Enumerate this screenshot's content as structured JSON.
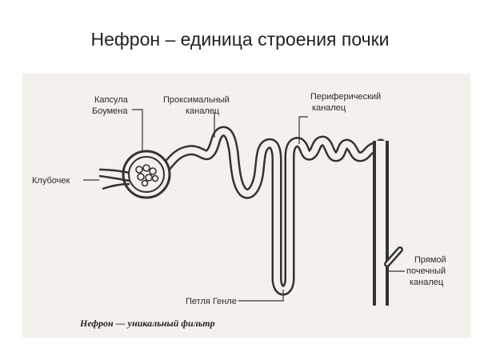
{
  "slide": {
    "title": "Нефрон – единица строения почки"
  },
  "diagram": {
    "labels": {
      "capsule_line1": "Капсула",
      "capsule_line2": "Боумена",
      "proximal_line1": "Проксимальный",
      "proximal_line2": "каналец",
      "peripheral_line1": "Периферический",
      "peripheral_line2": "каналец",
      "glomerulus": "Клубочек",
      "henle_loop": "Петля Генле",
      "collecting_line1": "Прямой",
      "collecting_line2": "почечный",
      "collecting_line3": "каналец"
    },
    "caption": "Нефрон — уникальный фильтр"
  },
  "colors": {
    "background": "#ffffff",
    "photo_paper": "#f4f0ec",
    "ink": "#222222"
  }
}
